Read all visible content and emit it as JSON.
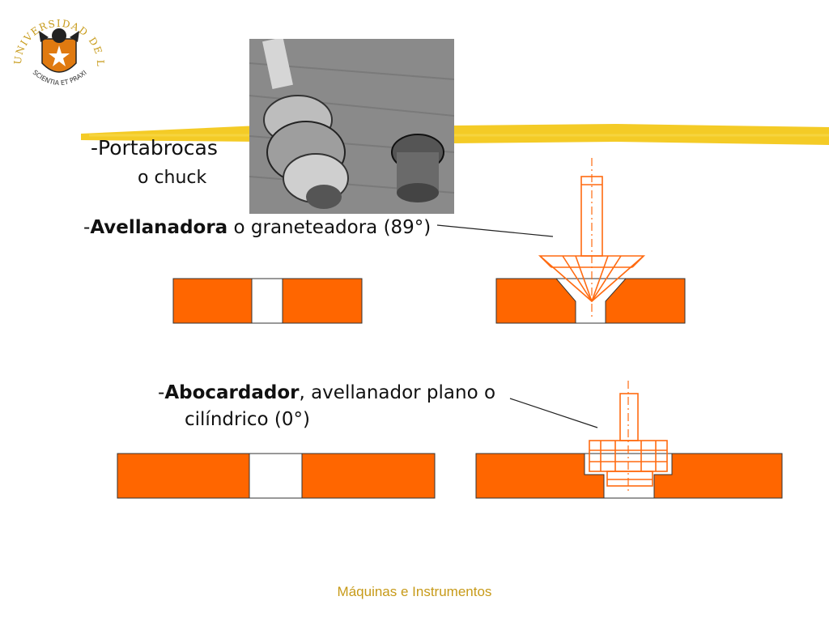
{
  "logo": {
    "ring_text": "UNIVERSIDAD DE LIMA",
    "motto": "SCIENTIA ET PRAXIS"
  },
  "items": {
    "portabrocas": "-Portabrocas",
    "chuck": "o chuck",
    "avellanadora_prefix": "-",
    "avellanadora_bold": "Avellanadora",
    "avellanadora_rest": " o graneteadora (89°)",
    "abocardador_prefix": "-",
    "abocardador_bold": "Abocardador",
    "abocardador_rest": ", avellanador plano o",
    "abocardador_line2": "cilíndrico (0°)"
  },
  "footer": "Máquinas e Instrumentos",
  "colors": {
    "workpiece": "#ff6600",
    "tool_line": "#ff6a10",
    "highlight": "#f2c200",
    "footer": "#c79a18"
  }
}
